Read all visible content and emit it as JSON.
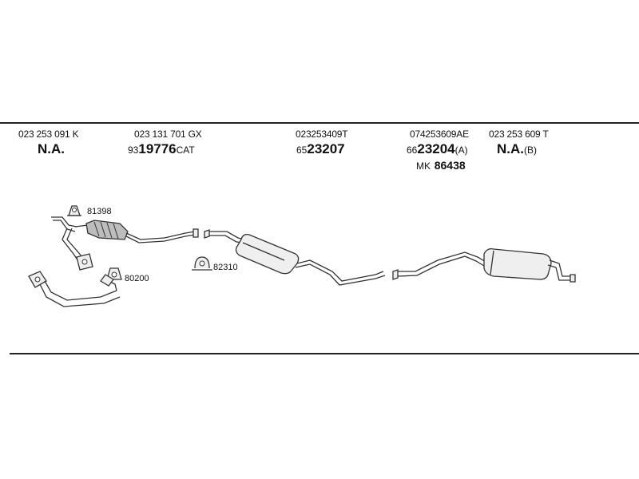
{
  "parts": [
    {
      "oem": "023 253 091 K",
      "code_prefix": "",
      "code_main": "N.A.",
      "code_suffix": ""
    },
    {
      "oem": "023 131 701 GX",
      "code_prefix": "93",
      "code_main": "19776",
      "code_suffix": "CAT"
    },
    {
      "oem": "023253409T",
      "code_prefix": "65",
      "code_main": "23207",
      "code_suffix": ""
    },
    {
      "oem": "074253609AE",
      "code_prefix": "66",
      "code_main": "23204",
      "code_suffix": "(A)"
    },
    {
      "oem": "023 253 609 T",
      "code_prefix": "",
      "code_main": "N.A.",
      "code_suffix": "(B)"
    }
  ],
  "mk": {
    "prefix": "MK",
    "code": "86438"
  },
  "fittings": [
    {
      "label": "81398",
      "icon": "gasket-icon"
    },
    {
      "label": "80200",
      "icon": "flange-gasket-icon"
    },
    {
      "label": "82310",
      "icon": "clamp-icon"
    }
  ]
}
